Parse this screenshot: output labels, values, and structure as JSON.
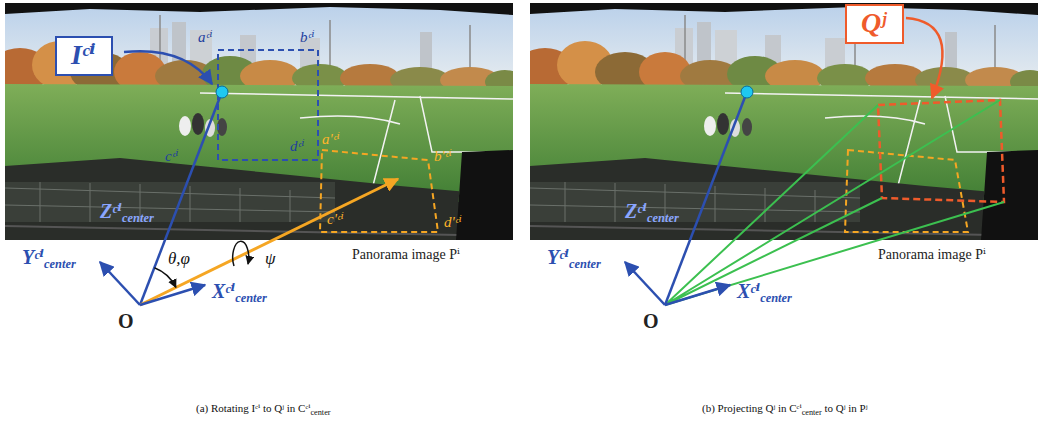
{
  "diagram": {
    "nodes": [
      {
        "text": [
          "Iᶜⁱ"
        ]
      },
      {
        "text": [
          "Qʲ"
        ]
      }
    ],
    "labels": [
      "aᶜⁱ",
      "bᶜⁱ",
      "cᶜⁱ",
      "dᶜⁱ",
      "a'ᶜⁱ",
      "b'ᶜⁱ",
      "c'ᶜⁱ",
      "d'ᶜⁱ",
      "Zᶜⁱ",
      "center",
      "θ,φ",
      "ψ",
      "Yᶜⁱ",
      "center",
      "Xᶜⁱ",
      "center",
      "O",
      "Panorama image Pⁱ",
      "Zᶜⁱ",
      "center",
      "Yᶜⁱ",
      "center",
      "Xᶜⁱ",
      "center",
      "O",
      "Panorama image Pⁱ",
      "(a) Rotating Iᶜⁱ to Qʲ in Cᶜⁱ",
      "center",
      "(b) Projecting Qʲ in Cᶜⁱ",
      "center",
      " to Qʲ in Pʲ"
    ]
  }
}
